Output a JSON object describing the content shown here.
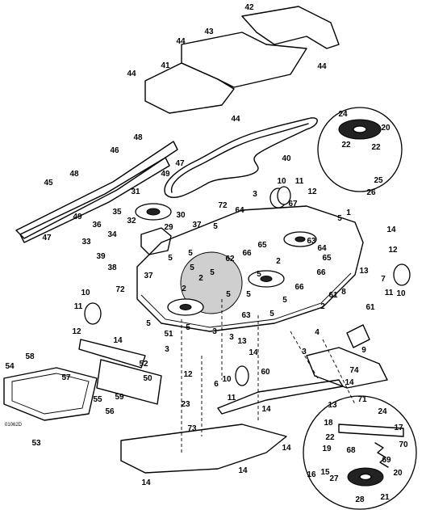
{
  "drawing": {
    "code": "01062D",
    "callouts": [
      "1",
      "2",
      "3",
      "4",
      "5",
      "6",
      "7",
      "8",
      "9",
      "10",
      "11",
      "12",
      "13",
      "14",
      "15",
      "16",
      "17",
      "18",
      "19",
      "20",
      "21",
      "22",
      "23",
      "24",
      "25",
      "26",
      "27",
      "28",
      "29",
      "30",
      "31",
      "32",
      "33",
      "34",
      "35",
      "36",
      "37",
      "38",
      "39",
      "40",
      "41",
      "42",
      "43",
      "44",
      "45",
      "46",
      "47",
      "48",
      "49",
      "50",
      "51",
      "52",
      "53",
      "54",
      "55",
      "56",
      "57",
      "58",
      "59",
      "60",
      "61",
      "62",
      "63",
      "64",
      "65",
      "66",
      "67",
      "68",
      "69",
      "70",
      "71",
      "72",
      "73",
      "74"
    ]
  }
}
